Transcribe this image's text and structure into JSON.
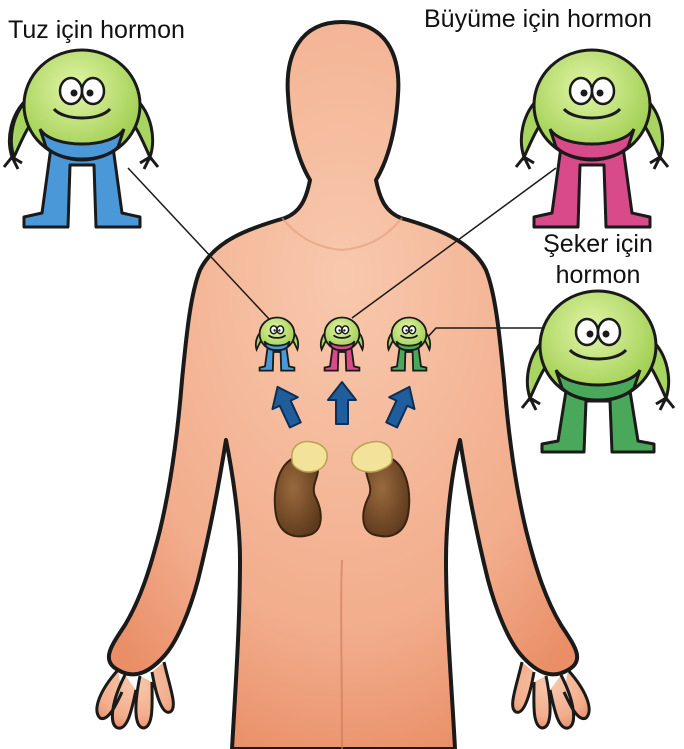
{
  "labels": {
    "salt_hormone": "Tuz için hormon",
    "growth_hormone": "Büyüme için hormon",
    "sugar_hormone_line1": "Şeker için",
    "sugar_hormone_line2": "hormon"
  },
  "colors": {
    "skin": "#f4b89a",
    "skin_shade": "#ee9a74",
    "outline": "#1a1a1a",
    "character_head": "#b8dc6a",
    "salt_hormone_legs": "#4a98d8",
    "growth_hormone_legs": "#d84a8a",
    "sugar_hormone_legs": "#4aa85a",
    "arrow": "#1f5d9c",
    "kidney": "#7a4e2a",
    "adrenal_gland": "#f2e29a"
  }
}
